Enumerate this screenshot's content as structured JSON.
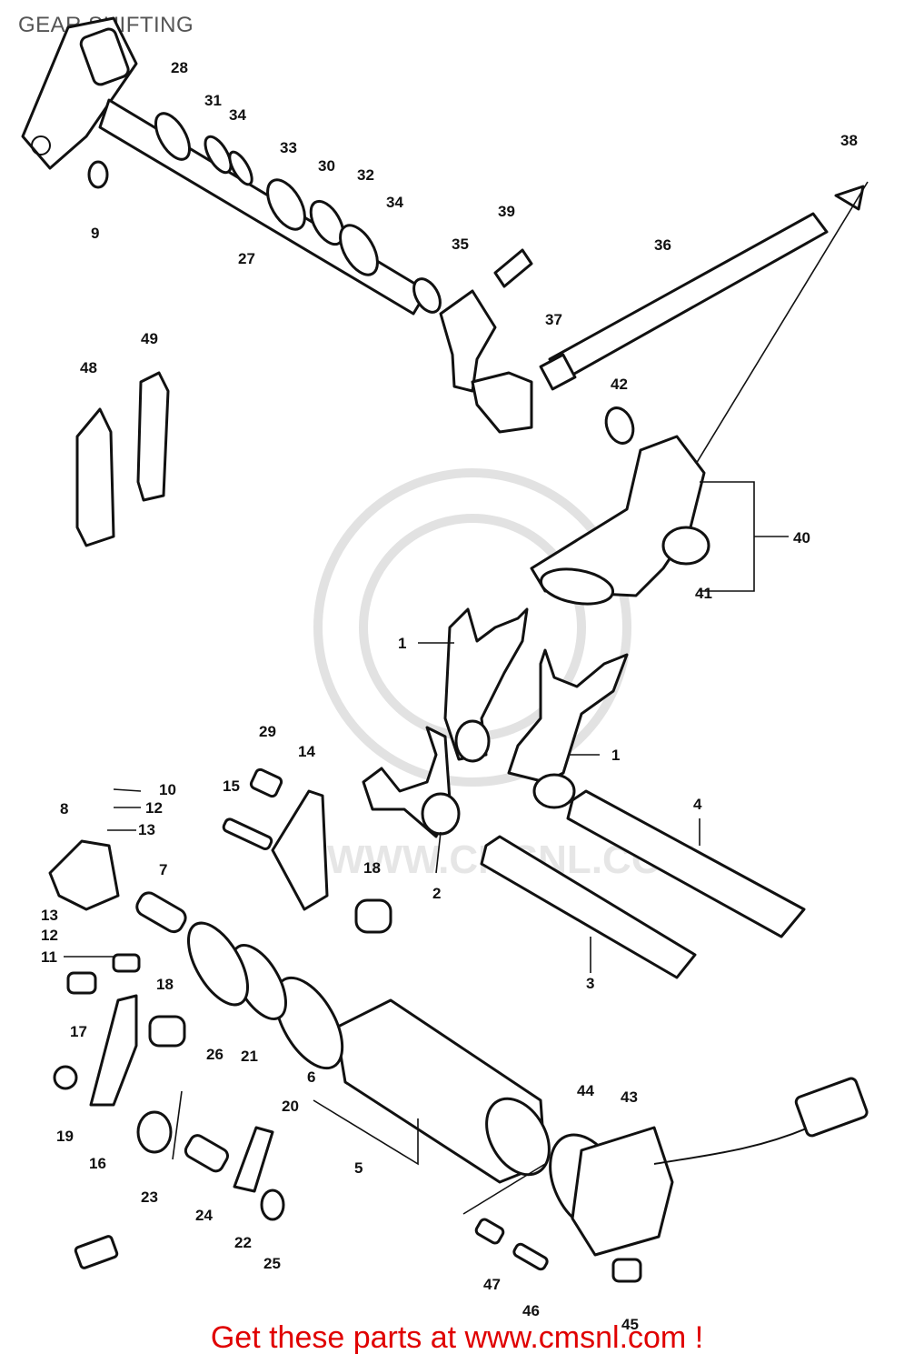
{
  "title": "GEAR SHIFTING",
  "watermark": "WWW.CMSNL.COM",
  "footer": "Get these parts at www.cmsnl.com !",
  "callouts": [
    "1",
    "1",
    "2",
    "3",
    "4",
    "5",
    "6",
    "7",
    "8",
    "9",
    "10",
    "11",
    "12",
    "12",
    "13",
    "13",
    "14",
    "15",
    "16",
    "17",
    "18",
    "18",
    "19",
    "20",
    "21",
    "22",
    "23",
    "24",
    "25",
    "26",
    "27",
    "28",
    "29",
    "30",
    "31",
    "32",
    "33",
    "34",
    "34",
    "35",
    "36",
    "37",
    "38",
    "39",
    "40",
    "41",
    "42",
    "43",
    "44",
    "45",
    "46",
    "47",
    "48",
    "49"
  ]
}
